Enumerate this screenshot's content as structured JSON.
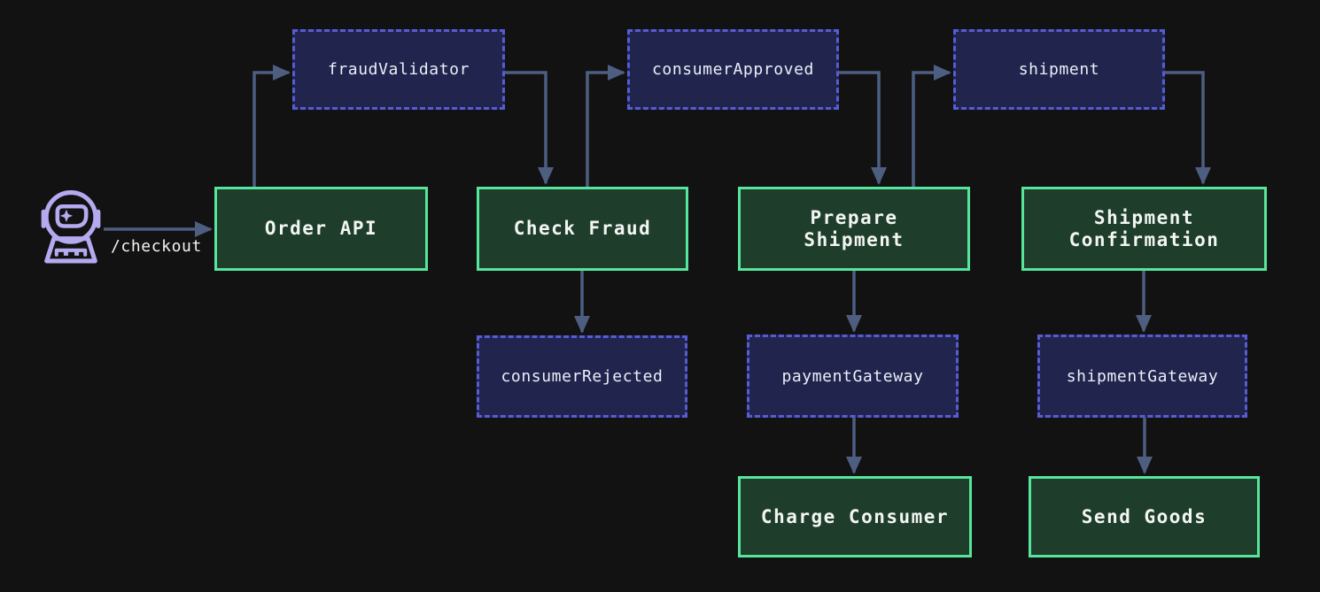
{
  "diagram": {
    "type": "flowchart",
    "actor": {
      "label": "/checkout",
      "icon": "astronaut-icon"
    },
    "nodes": {
      "order_api": {
        "label": "Order API",
        "kind": "service"
      },
      "check_fraud": {
        "label": "Check Fraud",
        "kind": "service"
      },
      "prepare_shipment": {
        "label": "Prepare\nShipment",
        "kind": "service"
      },
      "shipment_confirmation": {
        "label": "Shipment\nConfirmation",
        "kind": "service"
      },
      "charge_consumer": {
        "label": "Charge Consumer",
        "kind": "service"
      },
      "send_goods": {
        "label": "Send Goods",
        "kind": "service"
      },
      "fraud_validator": {
        "label": "fraudValidator",
        "kind": "topic"
      },
      "consumer_approved": {
        "label": "consumerApproved",
        "kind": "topic"
      },
      "shipment": {
        "label": "shipment",
        "kind": "topic"
      },
      "consumer_rejected": {
        "label": "consumerRejected",
        "kind": "topic"
      },
      "payment_gateway": {
        "label": "paymentGateway",
        "kind": "topic"
      },
      "shipment_gateway": {
        "label": "shipmentGateway",
        "kind": "topic"
      }
    },
    "edges": [
      {
        "from": "checkout_actor",
        "to": "order_api"
      },
      {
        "from": "order_api",
        "to": "fraud_validator"
      },
      {
        "from": "fraud_validator",
        "to": "check_fraud"
      },
      {
        "from": "check_fraud",
        "to": "consumer_approved"
      },
      {
        "from": "consumer_approved",
        "to": "prepare_shipment"
      },
      {
        "from": "prepare_shipment",
        "to": "shipment"
      },
      {
        "from": "shipment",
        "to": "shipment_confirmation"
      },
      {
        "from": "check_fraud",
        "to": "consumer_rejected"
      },
      {
        "from": "prepare_shipment",
        "to": "payment_gateway"
      },
      {
        "from": "payment_gateway",
        "to": "charge_consumer"
      },
      {
        "from": "shipment_confirmation",
        "to": "shipment_gateway"
      },
      {
        "from": "shipment_gateway",
        "to": "send_goods"
      }
    ],
    "colors": {
      "background": "#121212",
      "service_fill": "#1f3d2b",
      "service_border": "#57e59c",
      "topic_fill": "#21254d",
      "topic_border": "#565cd6",
      "edge": "#4d5e81",
      "text": "#f1f6f2",
      "actor_icon": "#b4aaf0"
    }
  }
}
